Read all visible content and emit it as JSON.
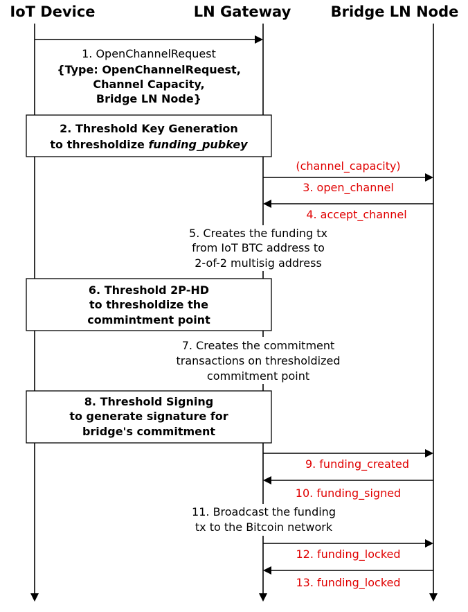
{
  "participants": {
    "iot": "IoT Device",
    "gateway": "LN Gateway",
    "bridge": "Bridge LN Node"
  },
  "steps": {
    "s1": {
      "title": "1. OpenChannelRequest",
      "fields": [
        "{Type: OpenChannelRequest,",
        "Channel Capacity,",
        "Bridge LN Node}"
      ]
    },
    "s2": {
      "line1": "2. Threshold Key Generation",
      "line2_prefix": "to thresholdize ",
      "line2_italic": "funding_pubkey"
    },
    "param": "(channel_capacity)",
    "s3": "3. open_channel",
    "s4": "4. accept_channel",
    "s5": [
      "5. Creates the funding tx",
      "from IoT BTC address to",
      "2-of-2 multisig address"
    ],
    "s6": [
      "6. Threshold 2P-HD",
      "to thresholdize the",
      "commintment point"
    ],
    "s7": [
      "7. Creates the commitment",
      "transactions on thresholdized",
      "commitment point"
    ],
    "s8": [
      "8. Threshold Signing",
      "to generate signature for",
      "bridge's commitment"
    ],
    "s9": "9. funding_created",
    "s10": "10. funding_signed",
    "s11": [
      "11. Broadcast the funding",
      "tx to the Bitcoin network"
    ],
    "s12": "12. funding_locked",
    "s13": "13. funding_locked"
  },
  "colors": {
    "line": "#000000",
    "message_text": "#e00000"
  }
}
